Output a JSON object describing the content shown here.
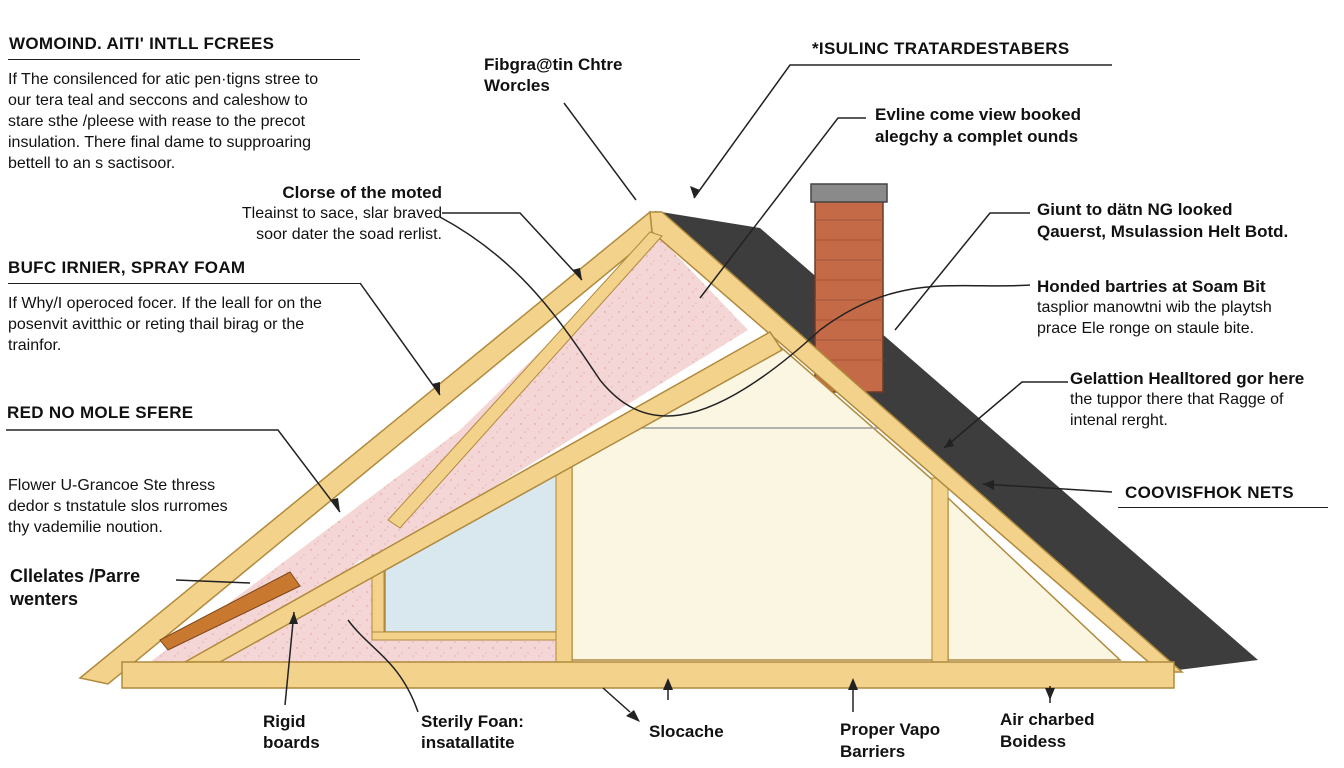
{
  "left_panel": {
    "block1_title": "WOMOIND. AITI' INTLL FCREES",
    "block1_body": [
      "If The consilenced for atic pen·tigns stree to",
      "our tera teal and seccons and caleshow to",
      "stare sthe /pleese with rease to the precot",
      "insulation. There final dame to supproaring",
      "bettell to an s sactisoor."
    ],
    "block2_title": "BUFC IRNIER, SPRAY FOAM",
    "block2_body": [
      "If Why/I operoced focer. If the leall for on the",
      "posenvit avitthic or reting thail birag or the",
      "trainfor."
    ],
    "block3_title": "RED NO MOLE SFERE",
    "block3_body": [
      "Flower U-Grancoe Ste thress",
      "dedor s tnstatule slos rurromes",
      "thy vademilie noution."
    ],
    "block4_title": [
      "Cllelates /Parre",
      "wenters"
    ]
  },
  "inner_callout": {
    "title": "Clorse of the moted",
    "body": [
      "Tleainst to sace, slar braved",
      "soor dater the soad rerlist."
    ]
  },
  "top_labels": {
    "fiberglass": [
      "Fibgra@tin Chtre",
      "Worcles"
    ],
    "insulating": "*ISULINC TRATARDESTABERS",
    "evline": [
      "Evline come view booked",
      "alegchy a complet ounds"
    ]
  },
  "right_labels": {
    "giunt": [
      "Giunt to dätn NG looked",
      "Qauerst, Msulassion Helt Botd."
    ],
    "honded_title": "Honded bartries at Soam Bit",
    "honded_body": [
      "tasplior manowtni wib the playtsh",
      "prace Ele ronge on staule bite."
    ],
    "gelation_title": "Gelattion Healltored gor here",
    "gelation_body": [
      "the tuppor there that Ragge of",
      "intenal rerght."
    ],
    "coovis": "COOVISFHOK NETS"
  },
  "bottom_labels": {
    "rigid": [
      "Rigid",
      "boards"
    ],
    "sterily": [
      "Sterily Foan:",
      "insatallatite"
    ],
    "slocache": "Slocache",
    "proper": [
      "Proper Vapo",
      "Barriers"
    ],
    "air": [
      "Air charbed",
      "Boidess"
    ]
  },
  "colors": {
    "roof_shingle": "#3d3d3d",
    "rafter_wood": "#f3d28c",
    "wood_edge": "#b08a3c",
    "pink_insulation": "#f5d6d6",
    "cream_wall": "#faf6e1",
    "window_blue": "#d9e8ee",
    "chimney_brick": "#c46a47",
    "chimney_cap": "#8a8a8a"
  }
}
